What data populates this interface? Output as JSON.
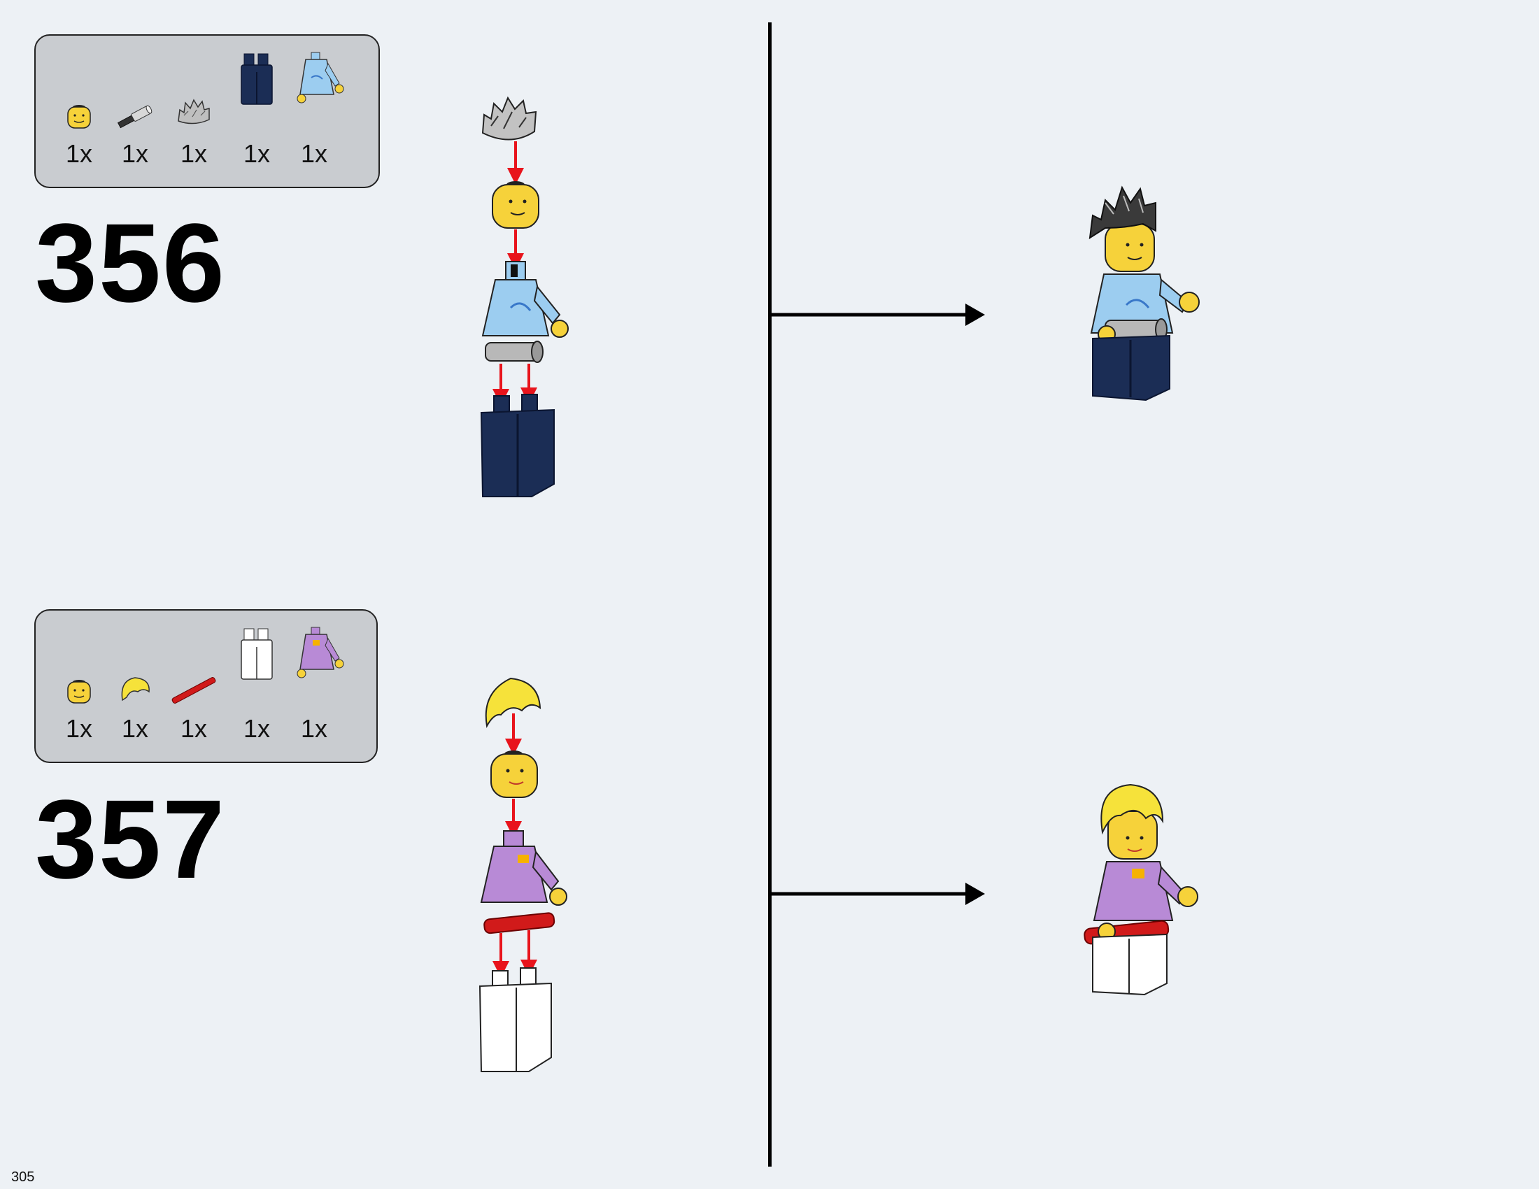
{
  "page": {
    "number": "305"
  },
  "steps": [
    {
      "number": "356",
      "parts": [
        {
          "icon": "minifig-head-icon",
          "qty": "1x"
        },
        {
          "icon": "telescope-icon",
          "qty": "1x"
        },
        {
          "icon": "hair-spiky-gray-icon",
          "qty": "1x"
        },
        {
          "icon": "legs-dark-blue-icon",
          "qty": "1x"
        },
        {
          "icon": "torso-light-blue-icon",
          "qty": "1x"
        }
      ]
    },
    {
      "number": "357",
      "parts": [
        {
          "icon": "minifig-head-icon",
          "qty": "1x"
        },
        {
          "icon": "hair-yellow-icon",
          "qty": "1x"
        },
        {
          "icon": "red-bar-icon",
          "qty": "1x"
        },
        {
          "icon": "legs-white-icon",
          "qty": "1x"
        },
        {
          "icon": "torso-lavender-icon",
          "qty": "1x"
        }
      ]
    }
  ],
  "colors": {
    "background": "#edf1f5",
    "parts_box": "#c9ccd0",
    "arrow_red": "#e8141c",
    "head_yellow": "#f6d23a",
    "torso_blue": "#9ccdf0",
    "legs_navy": "#1b2d55",
    "torso_lavender": "#b88ad6",
    "legs_white": "#ffffff",
    "bar_red": "#d11a1a",
    "hair_gray": "#5b5b5b"
  }
}
